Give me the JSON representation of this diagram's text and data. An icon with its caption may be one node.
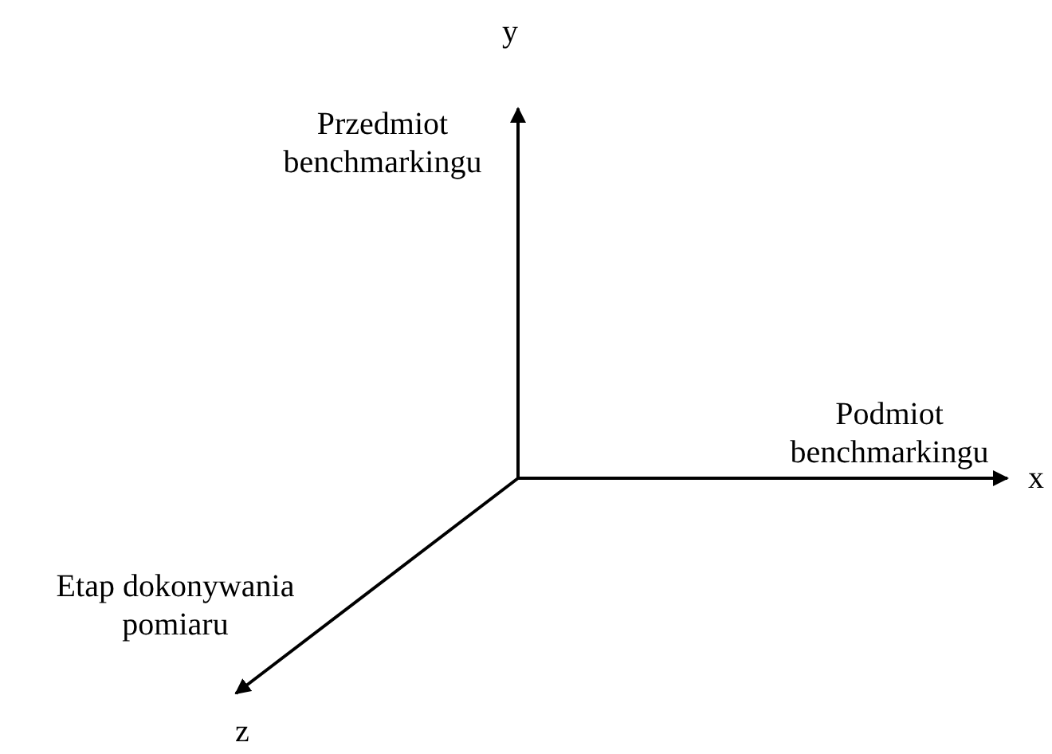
{
  "diagram": {
    "labels": [
      "y",
      "Przedmiot benchmarkingu",
      "Podmiot benchmarkingu",
      "x",
      "Etap dokonywania pomiaru",
      "z"
    ]
  }
}
